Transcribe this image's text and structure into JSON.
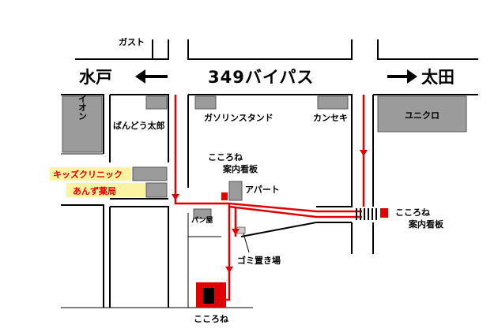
{
  "colors": {
    "route": "#e00000",
    "building": "#9b9b9b",
    "highlight": "#fbf2a2",
    "tag_text": "#e00000"
  },
  "road": {
    "name": "349バイパス",
    "west": "水戸",
    "east": "太田"
  },
  "places": {
    "gusto": "ガスト",
    "aeon": "イオン",
    "bandou": "ばんどう太郎",
    "gas_station": "ガソリンスタンド",
    "kanseki": "カンセキ",
    "uniqlo": "ユニクロ",
    "apartment": "アパート",
    "bakery": "パン屋",
    "garbage": "ゴミ置き場",
    "destination": "こころね"
  },
  "signs": {
    "north_line1": "こころね",
    "north_line2": "案内看板",
    "east_line1": "こころね",
    "east_line2": "案内看板"
  },
  "tags": {
    "kids_clinic": "キッズクリニック",
    "pharmacy": "あんず薬局"
  },
  "icons": {
    "west": "arrow-left-icon",
    "east": "arrow-right-icon"
  }
}
